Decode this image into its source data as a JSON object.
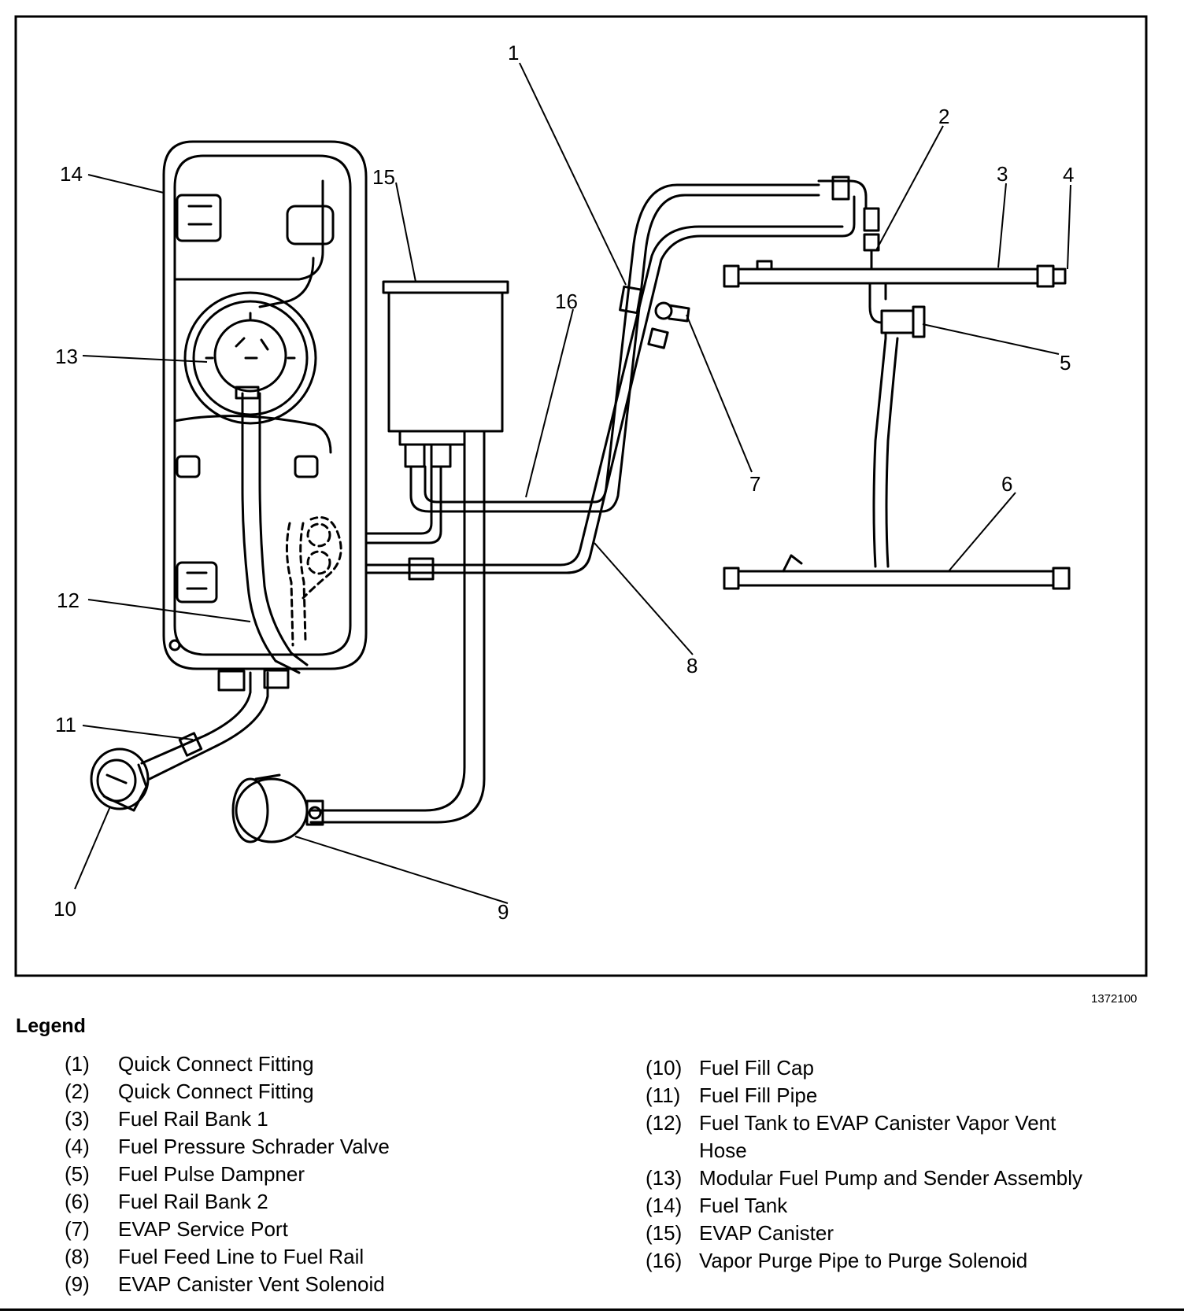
{
  "figure_id": "1372100",
  "callouts": [
    "1",
    "2",
    "3",
    "4",
    "5",
    "6",
    "7",
    "8",
    "9",
    "10",
    "11",
    "12",
    "13",
    "14",
    "15",
    "16"
  ],
  "legend": {
    "title": "Legend",
    "items": [
      {
        "num": "(1)",
        "label": "Quick Connect Fitting"
      },
      {
        "num": "(2)",
        "label": "Quick Connect Fitting"
      },
      {
        "num": "(3)",
        "label": "Fuel Rail Bank 1"
      },
      {
        "num": "(4)",
        "label": "Fuel Pressure Schrader Valve"
      },
      {
        "num": "(5)",
        "label": "Fuel Pulse Dampner"
      },
      {
        "num": "(6)",
        "label": "Fuel Rail Bank 2"
      },
      {
        "num": "(7)",
        "label": "EVAP Service Port"
      },
      {
        "num": "(8)",
        "label": "Fuel Feed Line to Fuel Rail"
      },
      {
        "num": "(9)",
        "label": "EVAP Canister Vent Solenoid"
      },
      {
        "num": "(10)",
        "label": "Fuel Fill Cap"
      },
      {
        "num": "(11)",
        "label": "Fuel Fill Pipe"
      },
      {
        "num": "(12)",
        "label": "Fuel Tank to EVAP Canister Vapor Vent Hose"
      },
      {
        "num": "(13)",
        "label": "Modular Fuel Pump and Sender Assembly"
      },
      {
        "num": "(14)",
        "label": "Fuel Tank"
      },
      {
        "num": "(15)",
        "label": "EVAP Canister"
      },
      {
        "num": "(16)",
        "label": "Vapor Purge Pipe to Purge Solenoid"
      }
    ]
  }
}
